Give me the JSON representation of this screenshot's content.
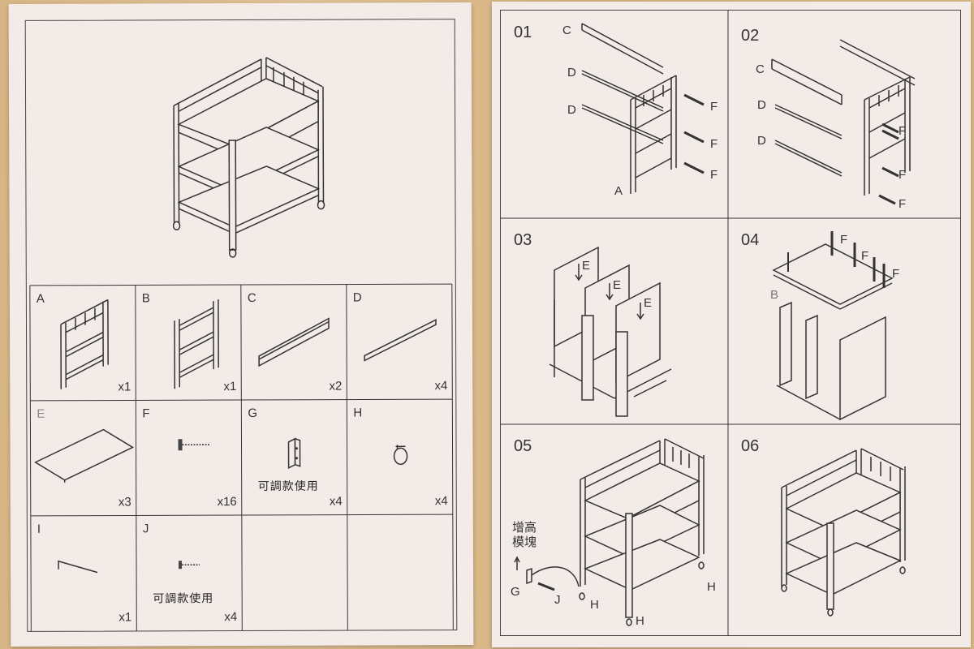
{
  "parts": [
    {
      "id": "A",
      "qty": "x1"
    },
    {
      "id": "B",
      "qty": "x1"
    },
    {
      "id": "C",
      "qty": "x2"
    },
    {
      "id": "D",
      "qty": "x4"
    },
    {
      "id": "E",
      "qty": "x3"
    },
    {
      "id": "F",
      "qty": "x16"
    },
    {
      "id": "G",
      "qty": "x4",
      "note": "可調款使用"
    },
    {
      "id": "H",
      "qty": "x4"
    },
    {
      "id": "I",
      "qty": "x1"
    },
    {
      "id": "J",
      "qty": "x4",
      "note": "可調款使用"
    }
  ],
  "steps": [
    {
      "num": "01",
      "callouts": [
        "C",
        "D",
        "D",
        "A",
        "F",
        "F",
        "F"
      ]
    },
    {
      "num": "02",
      "callouts": [
        "C",
        "D",
        "D",
        "F",
        "F",
        "F"
      ]
    },
    {
      "num": "03",
      "callouts": [
        "E",
        "E",
        "E"
      ]
    },
    {
      "num": "04",
      "callouts": [
        "B",
        "F",
        "F",
        "F"
      ]
    },
    {
      "num": "05",
      "callouts": [
        "增高",
        "模塊",
        "G",
        "J",
        "H",
        "H",
        "H"
      ]
    },
    {
      "num": "06",
      "callouts": []
    }
  ]
}
